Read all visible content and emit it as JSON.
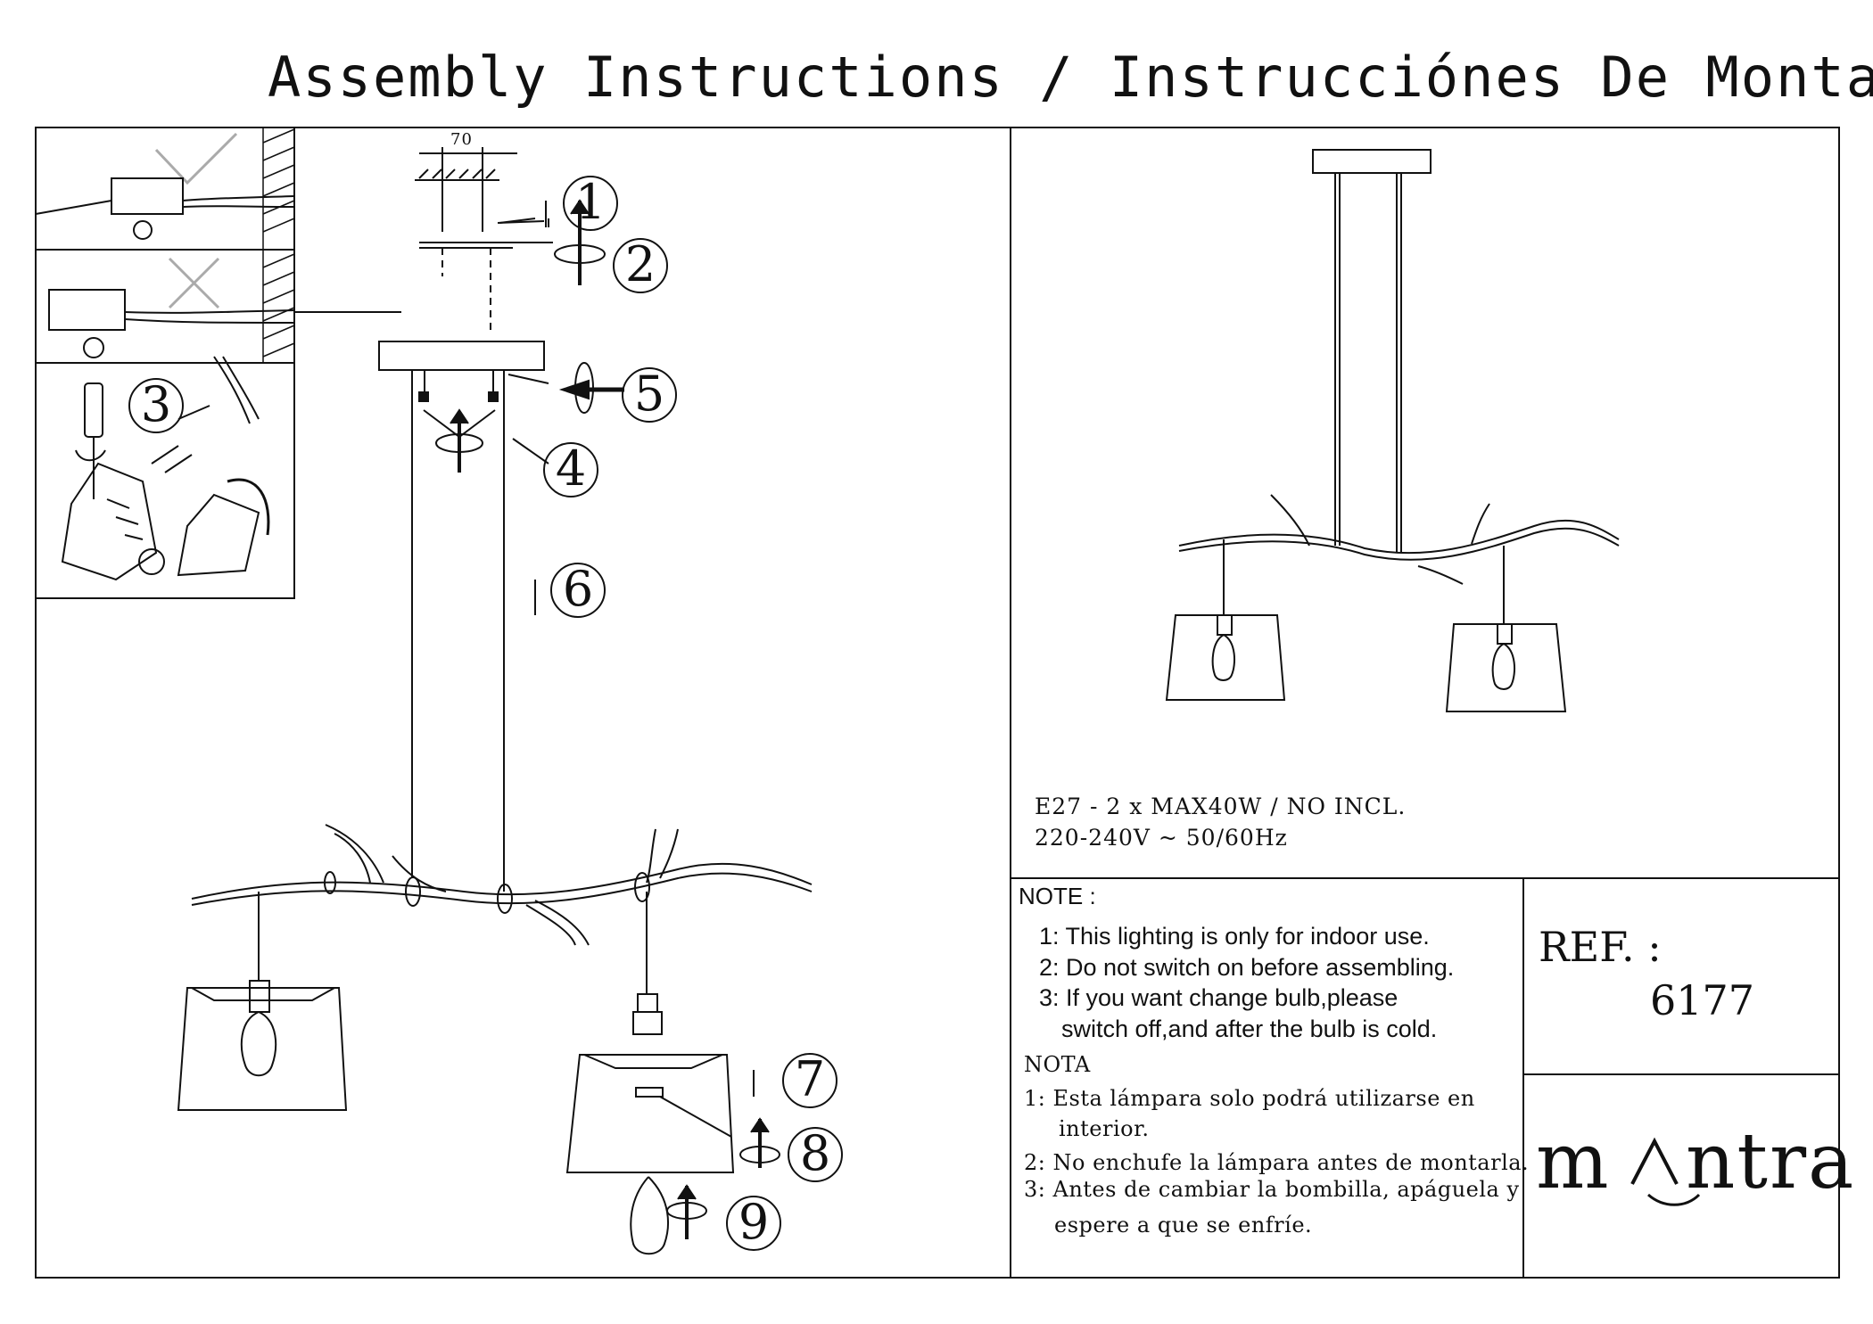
{
  "header": {
    "title": "Assembly Instructions / Instrucciónes De Montaje"
  },
  "diagram": {
    "dimension_label": "70",
    "steps": [
      "1",
      "2",
      "3",
      "4",
      "5",
      "6",
      "7",
      "8",
      "9"
    ]
  },
  "specs": {
    "line1": "E27  - 2 x MAX40W / NO  INCL.",
    "line2": "220-240V ~ 50/60Hz"
  },
  "note_en": {
    "heading": "NOTE :",
    "items": [
      "1: This lighting is only for indoor use.",
      "2: Do not switch on before assembling.",
      "3: If you want change bulb,please",
      "switch off,and after the bulb is cold."
    ]
  },
  "note_es": {
    "heading": "NOTA",
    "items": [
      "1: Esta lámpara solo podrá utilizarse en",
      "interior.",
      "2: No enchufe la lámpara antes de montarla.",
      "3: Antes de cambiar la bombilla, apáguela y",
      "espere a que se enfríe."
    ]
  },
  "reference": {
    "label": "REF. :",
    "value": "6177"
  },
  "brand": {
    "name_left": "m",
    "name_right": "ntra"
  }
}
